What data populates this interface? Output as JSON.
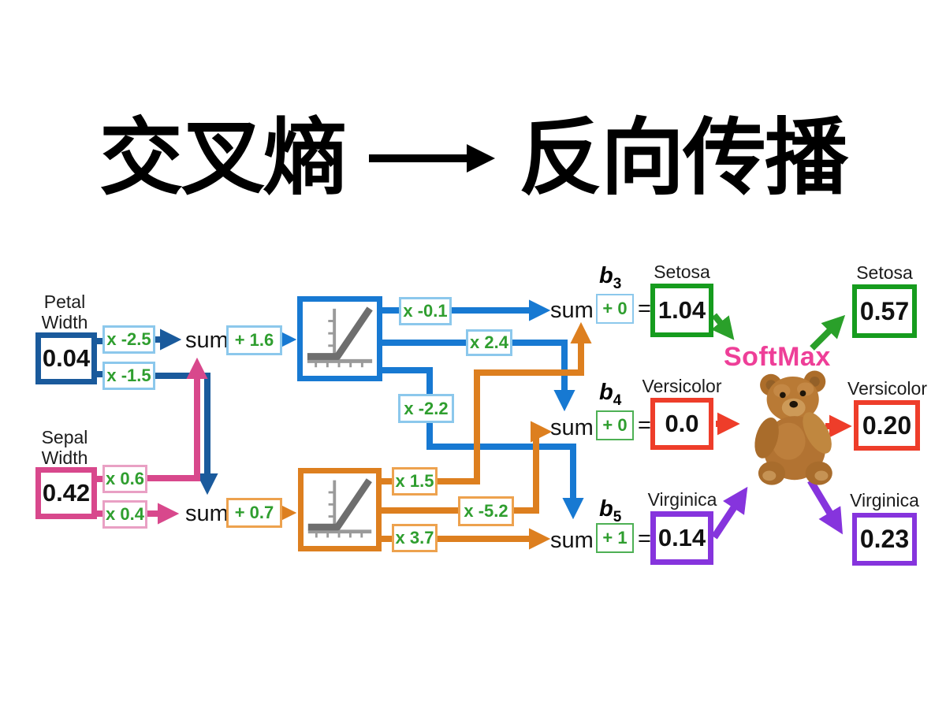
{
  "title": {
    "left": "交叉熵",
    "right": "反向传播",
    "arrow_icon": "long-right-arrow"
  },
  "palette": {
    "navy": "#1a5a9c",
    "blue": "#1779d2",
    "light_blue": "#8cc8ec",
    "pink": "#d8488c",
    "light_pink": "#e9a0c4",
    "orange": "#dd7f1f",
    "light_orange": "#eda24e",
    "green_text": "#2f9e2f",
    "green_box": "#169c1e",
    "red": "#ee3d2a",
    "purple": "#8634dd",
    "softmax_pink": "#ee3f98"
  },
  "network": {
    "sum_label": "sum",
    "equals": "=",
    "softmax_label": "SoftMax",
    "inputs": [
      {
        "label1": "Petal",
        "label2": "Width",
        "value": "0.04",
        "weights": [
          "x -2.5",
          "x -1.5"
        ]
      },
      {
        "label1": "Sepal",
        "label2": "Width",
        "value": "0.42",
        "weights": [
          "x 0.6",
          "x 0.4"
        ]
      }
    ],
    "hidden": [
      {
        "bias": "+ 1.6",
        "out_weights": [
          "x -0.1",
          "x 2.4",
          "x -2.2"
        ]
      },
      {
        "bias": "+ 0.7",
        "out_weights": [
          "x 1.5",
          "x -5.2",
          "x 3.7"
        ]
      }
    ],
    "outputs": [
      {
        "bias_base": "b",
        "bias_sub": "3",
        "bias": "+ 0",
        "class": "Setosa",
        "raw": "1.04",
        "prob": "0.57"
      },
      {
        "bias_base": "b",
        "bias_sub": "4",
        "bias": "+ 0",
        "class": "Versicolor",
        "raw": "0.0",
        "prob": "0.20"
      },
      {
        "bias_base": "b",
        "bias_sub": "5",
        "bias": "+ 1",
        "class": "Virginica",
        "raw": "0.14",
        "prob": "0.23"
      }
    ]
  }
}
